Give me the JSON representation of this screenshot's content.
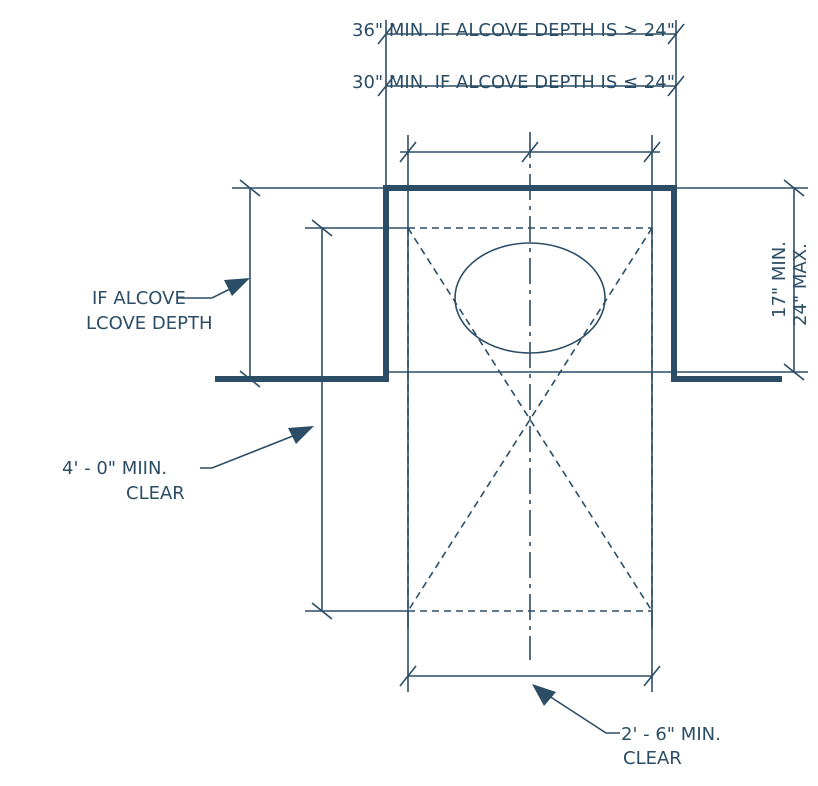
{
  "colors": {
    "line": "#2b4d66",
    "background": "#ffffff"
  },
  "labels": {
    "top_dim_36": "36\" MIN. IF ALCOVE DEPTH IS > 24\"",
    "top_dim_30": "30\" MIN. IF ALCOVE DEPTH IS ≤ 24\"",
    "alcove_depth_line1": "IF ALCOVE",
    "alcove_depth_line2": "LCOVE DEPTH",
    "clear_length_line1": "4' - 0\" MIIN.",
    "clear_length_line2": "CLEAR",
    "clear_width_line1": "2' - 6\" MIN.",
    "clear_width_line2": "CLEAR",
    "height_min": "17\" MIN.",
    "height_max": "24\" MAX."
  }
}
